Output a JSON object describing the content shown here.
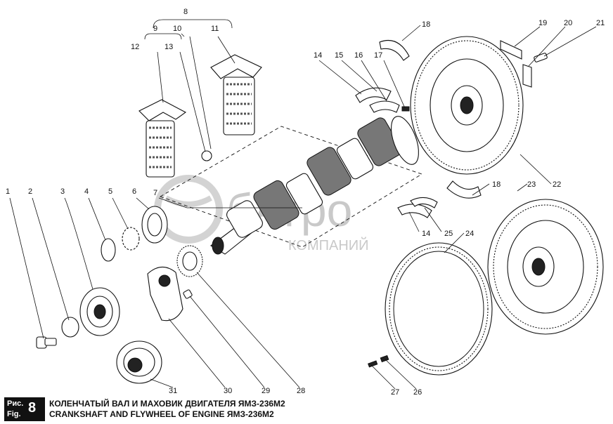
{
  "watermark": {
    "brand": "бАгро",
    "sub": "КОМПАНИЙ"
  },
  "caption": {
    "fig_ru": "Рис.",
    "fig_en": "Fig.",
    "fig_number": "8",
    "title_ru": "КОЛЕНЧАТЫЙ ВАЛ И МАХОВИК ДВИГАТЕЛЯ ЯМЗ-236М2",
    "title_en": "CRANKSHAFT AND FLYWHEEL OF ENGINE ЯМЗ-236М2"
  },
  "callouts": {
    "n1": "1",
    "n2": "2",
    "n3": "3",
    "n4": "4",
    "n5": "5",
    "n6": "6",
    "n7": "7",
    "n8": "8",
    "n9": "9",
    "n10": "10",
    "n11": "11",
    "n12": "12",
    "n13": "13",
    "n14a": "14",
    "n14b": "14",
    "n15": "15",
    "n16": "16",
    "n17": "17",
    "n18a": "18",
    "n18b": "18",
    "n19": "19",
    "n20": "20",
    "n21": "21",
    "n22": "22",
    "n23": "23",
    "n24": "24",
    "n25": "25",
    "n26": "26",
    "n27": "27",
    "n28": "28",
    "n29": "29",
    "n30": "30",
    "n31": "31"
  }
}
